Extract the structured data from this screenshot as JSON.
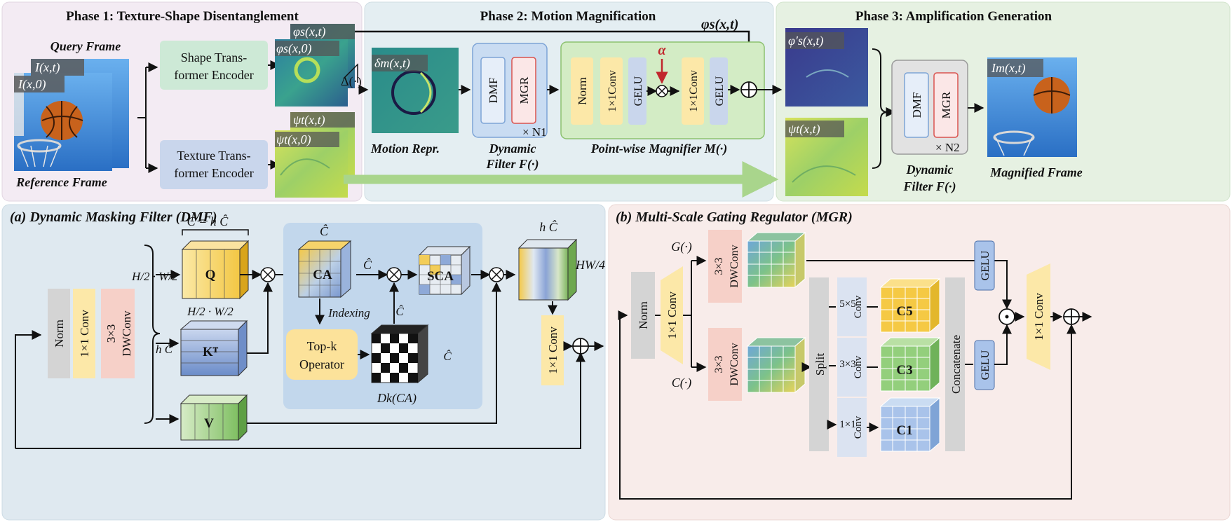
{
  "phase1": {
    "title": "Phase 1: Texture-Shape Disentanglement",
    "query_frame": "Query Frame",
    "reference_frame": "Reference Frame",
    "query_symbol": "I(x,t)",
    "reference_symbol": "I(x,0)",
    "shape_encoder": [
      "Shape Trans-",
      "former Encoder"
    ],
    "texture_encoder": [
      "Texture Trans-",
      "former Encoder"
    ],
    "phi_t": "φs(x,t)",
    "phi_0": "φs(x,0)",
    "psi_t": "ψt(x,t)",
    "psi_0": "ψt(x,0)",
    "delta": "Δ(·)"
  },
  "phase2": {
    "title": "Phase 2: Motion Magnification",
    "motion_symbol": "δm(x,t)",
    "motion_repr": "Motion Repr.",
    "dmf": "DMF",
    "mgr": "MGR",
    "times_n1": "× N1",
    "dynamic_filter": [
      "Dynamic",
      "Filter F(·)"
    ],
    "pw_title": "Point-wise Magnifier M(·)",
    "norm": "Norm",
    "conv1x1": "1×1Conv",
    "gelu": "GELU",
    "alpha": "α",
    "phi_out": "φs(x,t)"
  },
  "phase3": {
    "title": "Phase 3: Amplification Generation",
    "phi_prime": "φ′s(x,t)",
    "psi_t": "ψt(x,t)",
    "dmf": "DMF",
    "mgr": "MGR",
    "times_n2": "× N2",
    "dynamic_filter": [
      "Dynamic",
      "Filter F(·)"
    ],
    "im_symbol": "Im(x,t)",
    "magnified": "Magnified Frame"
  },
  "dmf_panel": {
    "title": "(a) Dynamic Masking Filter (DMF)",
    "norm": "Norm",
    "conv": "1×1 Conv",
    "dwconv": [
      "3×3",
      "DWConv"
    ],
    "hw_frac": "H/2 · W/2",
    "c_eq": "C = h Ĉ",
    "q": "Q",
    "kt": "Kᵀ",
    "hw2": "H/2 · W/2",
    "hc": "h Ĉ",
    "v": "V",
    "ca": "CA",
    "chat": "Ĉ",
    "sca": "SCA",
    "indexing": "Indexing",
    "topk": [
      "Top-k",
      "Operator"
    ],
    "dk": "Dk(CA)",
    "hw4": "HW/4",
    "out_conv": "1×1 Conv"
  },
  "mgr_panel": {
    "title": "(b) Multi-Scale Gating Regulator (MGR)",
    "norm": "Norm",
    "conv": "1×1 Conv",
    "g": "G(·)",
    "c": "C(·)",
    "dwconv": [
      "3×3",
      "DWConv"
    ],
    "split": "Split",
    "k5": "5×5",
    "k3": "3×3",
    "k1": "1×1",
    "conv_lbl": "Conv",
    "c5": "C5",
    "c3": "C3",
    "c1": "C1",
    "concat": "Concatenate",
    "gelu": "GELU",
    "out_conv": "1×1 Conv"
  },
  "colors": {
    "phase1_bg": "#f3ebf3",
    "phase2_bg": "#e4eef2",
    "phase3_bg": "#e6f1e2",
    "dmf_bg": "#dfe9f0",
    "mgr_bg": "#f8ecea",
    "green_block": "#cde9d6",
    "blue_block": "#c9d6ec",
    "yellow": "#fce8a8",
    "pink": "#f6d0c8",
    "gray": "#d4d4d4",
    "red": "#c1272d"
  }
}
